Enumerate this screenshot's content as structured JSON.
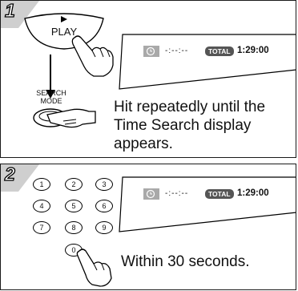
{
  "step1": {
    "number": "1",
    "play_label": "PLAY",
    "search_mode_label": "SEARCH\nMODE",
    "display": {
      "dashes": "-:--:--",
      "total_label": "TOTAL",
      "time": "1:29:00"
    },
    "instruction": "Hit repeatedly until the Time Search display appears."
  },
  "step2": {
    "number": "2",
    "keys": [
      "1",
      "2",
      "3",
      "4",
      "5",
      "6",
      "7",
      "8",
      "9",
      "0"
    ],
    "display": {
      "dashes": "-:--:--",
      "total_label": "TOTAL",
      "time": "1:29:00"
    },
    "instruction": "Within 30 seconds."
  },
  "icons": {
    "play": "play-arrow-icon",
    "pointing_hand": "pointing-hand-icon",
    "clock": "clock-icon",
    "down_arrow": "down-arrow-icon"
  }
}
